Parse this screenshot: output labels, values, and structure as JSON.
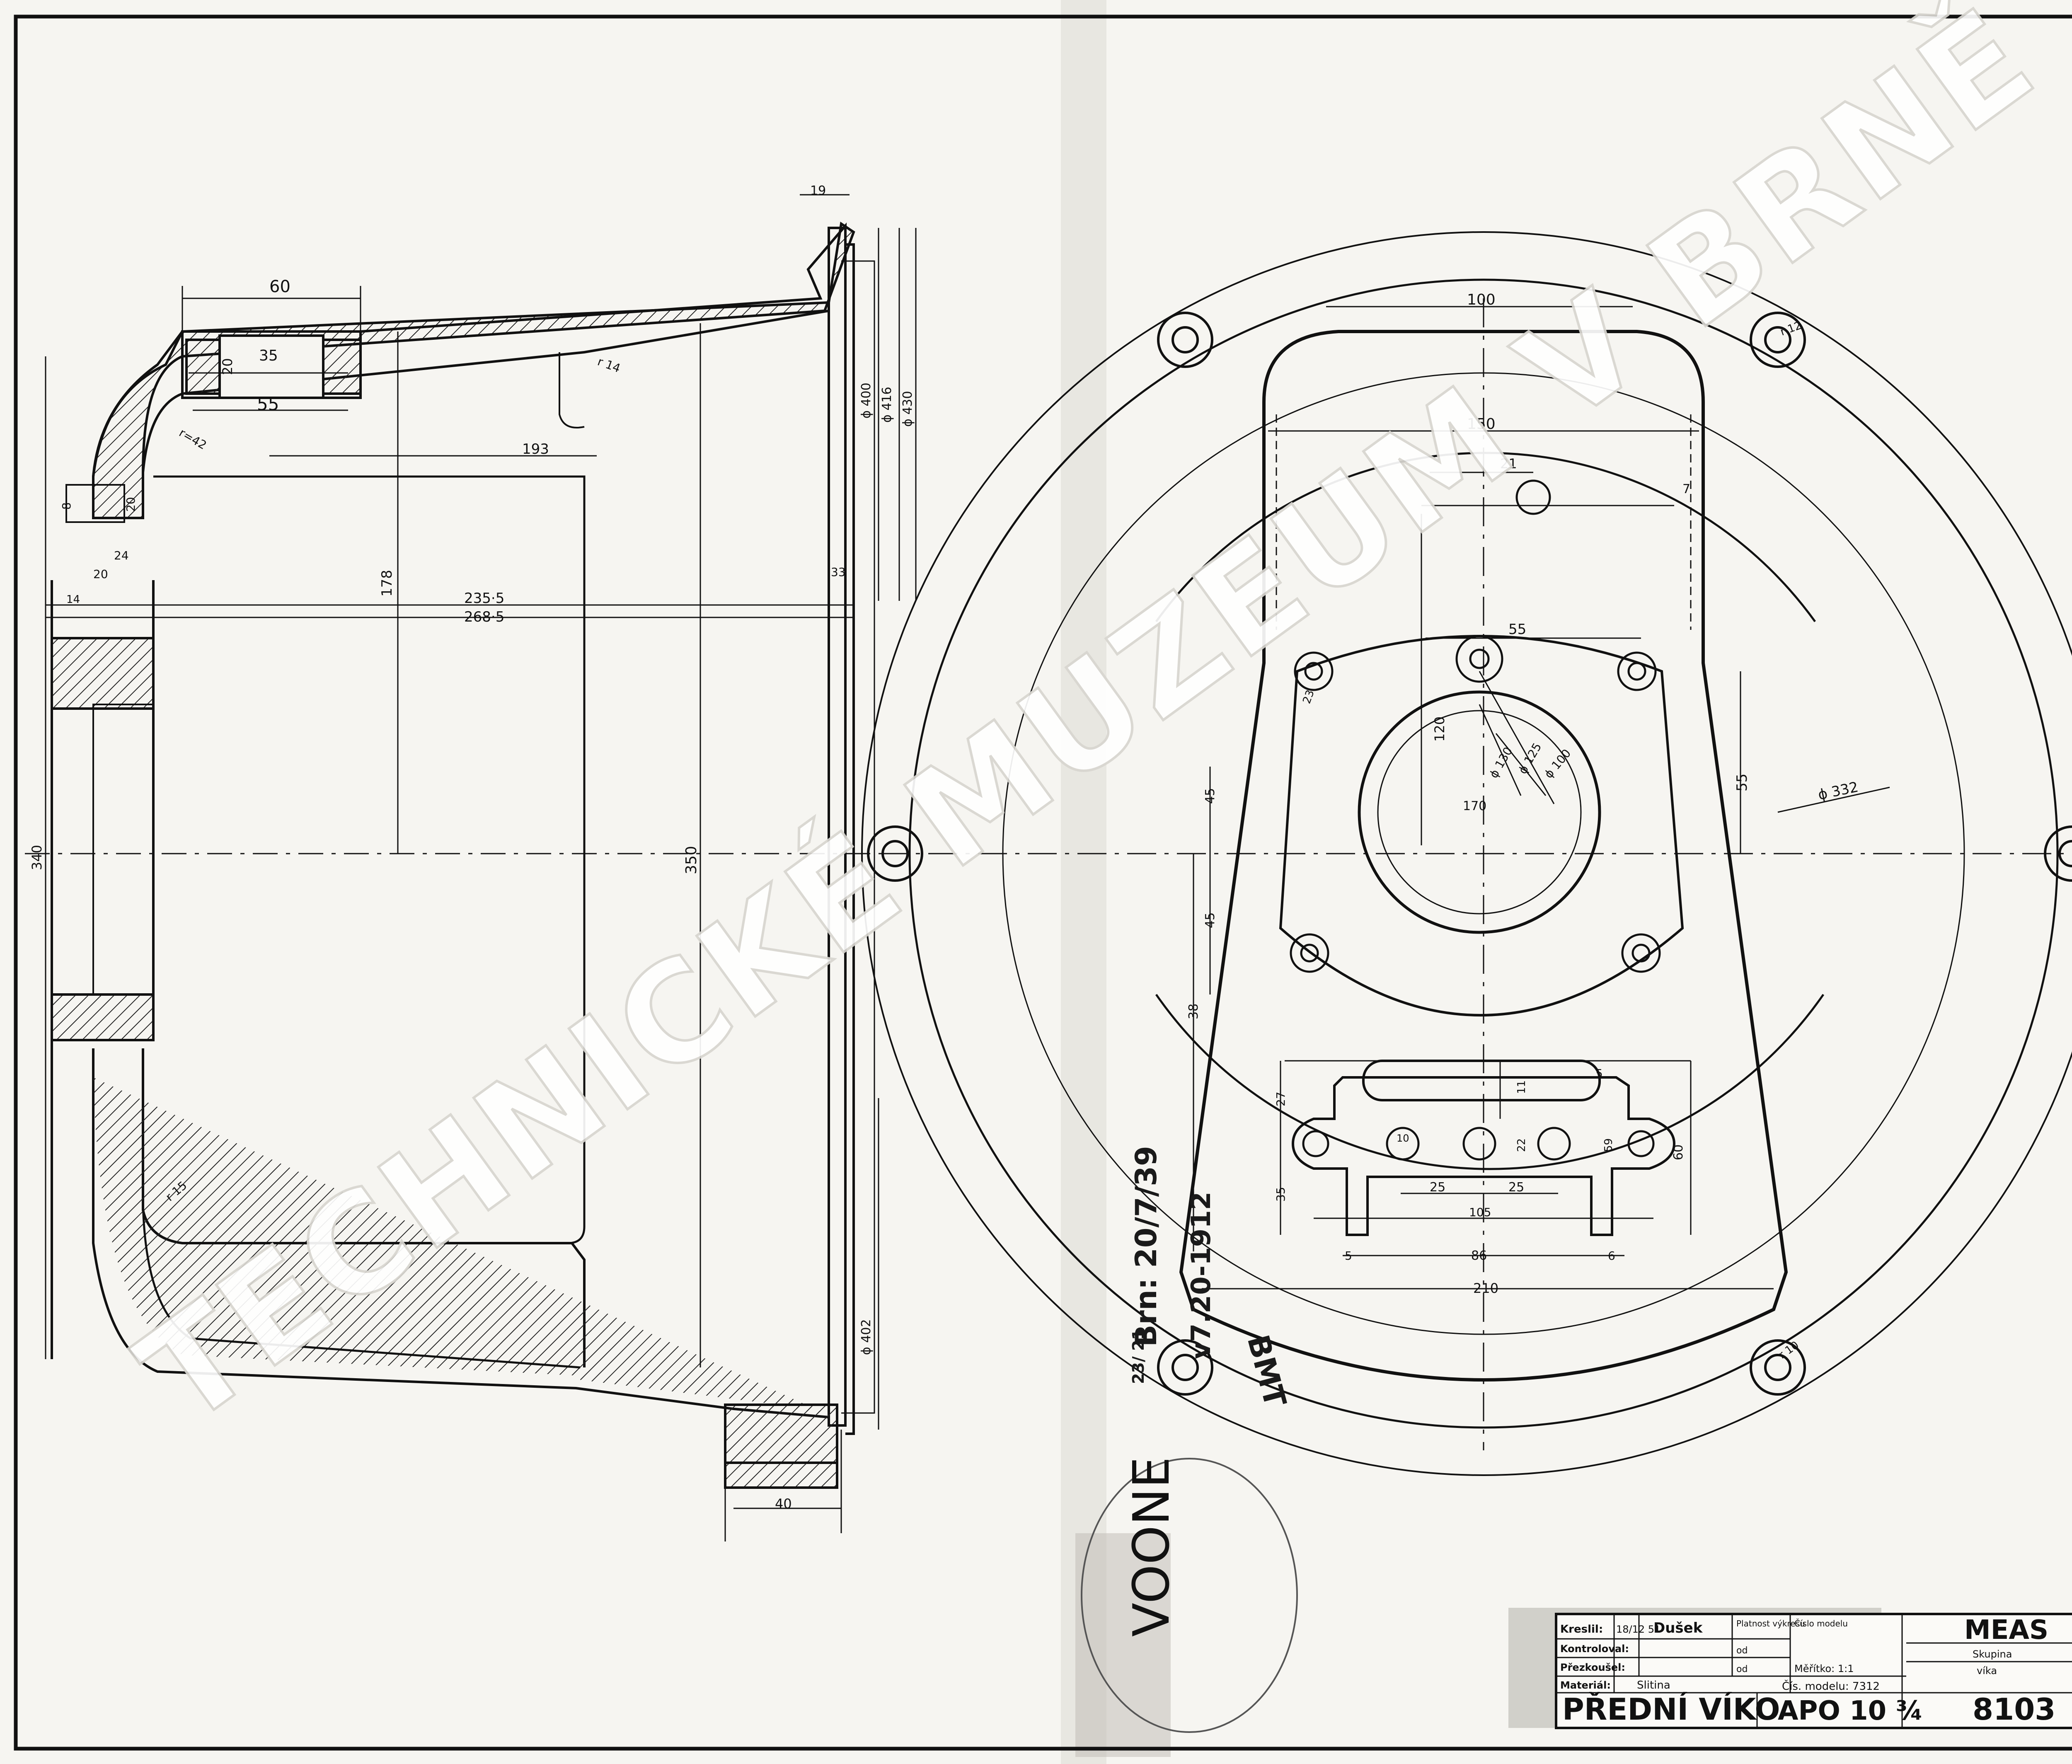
{
  "watermark": "TECHNICKÉ MUZEUM V BRNĚ",
  "side_view_dimensions": {
    "d60": "60",
    "d35": "35",
    "d20a": "20",
    "d55": "55",
    "d19_top": "19",
    "d193": "193",
    "d178": "178",
    "d2355": "235·5",
    "d2685": "268·5",
    "d350": "350",
    "d340": "340",
    "d400": "ϕ 400",
    "d416": "ϕ 416",
    "d430": "ϕ 430",
    "d402": "ϕ 402",
    "d40b": "40",
    "d24": "24",
    "d20b": "20",
    "d14": "14",
    "d33": "33",
    "r14": "r 14",
    "r42": "r=42",
    "r15": "r 15",
    "d8": "8",
    "d20c": "20"
  },
  "front_view_dimensions": {
    "d100": "100",
    "d150": "150",
    "d21": "21",
    "d7": "7",
    "d55a": "55",
    "d55b": "55",
    "d120": "120",
    "d130": "ϕ 130",
    "d125": "ϕ 125",
    "d100b": "ϕ 100",
    "d170": "170",
    "d332": "ϕ 332",
    "d45a": "45",
    "d45b": "45",
    "d38": "38",
    "d27": "27",
    "d11": "11",
    "d22": "22",
    "d59": "59",
    "d60": "60",
    "d35": "35",
    "d25a": "25",
    "d25b": "25",
    "d105": "105",
    "d5a": "5",
    "d86": "86",
    "d6": "6",
    "d210": "210",
    "d5b": "5",
    "d10": "10",
    "r10": "r 10",
    "r12": "r 12",
    "d23": "23"
  },
  "handwritten": {
    "note1": "Brn: 20/7/39",
    "note2": "v7.20-1912",
    "bmt": "BMT",
    "circle_text": "VOONE",
    "small_left": "23/ 21"
  },
  "title_block": {
    "kreslil_label": "Kreslil:",
    "kreslil_date": "18/12 51",
    "kreslil_name": "Dušek",
    "kontroloval_label": "Kontroloval:",
    "prezkousel_label": "Přezkoušel:",
    "material_label": "Materiál:",
    "material_value": "Slitina",
    "platnost_label": "Platnost výkresu",
    "od1": "od",
    "od2": "od",
    "cislo_label": "Číslo modelu",
    "meritko_label": "Měřítko: 1:1",
    "cis_modelu": "Čís. modelu: 7312",
    "company": "MEAS",
    "skupina": "Skupina",
    "vika": "víka",
    "part_name": "PŘEDNÍ VÍKO",
    "part_code": "APO 10 ¾",
    "drawing_no": "8103"
  }
}
